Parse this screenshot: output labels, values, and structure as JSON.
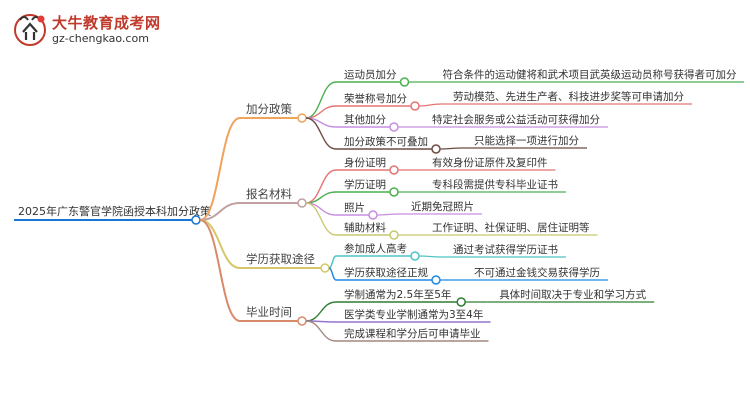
{
  "logo": {
    "name_cn": "大牛教育成考网",
    "url": "gz-chengkao.com"
  },
  "mindmap": {
    "root": "2025年广东警官学院函授本科加分政策",
    "branches": [
      {
        "label": "加分政策",
        "color": "#f0a35b",
        "children": [
          {
            "label": "运动员加分",
            "color": "#4caf50",
            "leaf": "符合条件的运动健将和武术项目武英级运动员称号获得者可加分"
          },
          {
            "label": "荣誉称号加分",
            "color": "#e57373",
            "leaf": "劳动模范、先进生产者、科技进步奖等可申请加分"
          },
          {
            "label": "其他加分",
            "color": "#c78de0",
            "leaf": "特定社会服务或公益活动可获得加分"
          },
          {
            "label": "加分政策不可叠加",
            "color": "#6d4c41",
            "leaf": "只能选择一项进行加分"
          }
        ]
      },
      {
        "label": "报名材料",
        "color": "#c0a0a0",
        "children": [
          {
            "label": "身份证明",
            "color": "#e57373",
            "leaf": "有效身份证原件及复印件"
          },
          {
            "label": "学历证明",
            "color": "#4caf50",
            "leaf": "专科段需提供专科毕业证书"
          },
          {
            "label": "照片",
            "color": "#c78de0",
            "leaf": "近期免冠照片"
          },
          {
            "label": "辅助材料",
            "color": "#c8c870",
            "leaf": "工作证明、社保证明、居住证明等"
          }
        ]
      },
      {
        "label": "学历获取途径",
        "color": "#d6c86a",
        "children": [
          {
            "label": "参加成人高考",
            "color": "#4fc3c8",
            "leaf": "通过考试获得学历证书"
          },
          {
            "label": "学历获取途径正规",
            "color": "#1e88e5",
            "leaf": "不可通过金钱交易获得学历"
          }
        ]
      },
      {
        "label": "毕业时间",
        "color": "#d98a6a",
        "children": [
          {
            "label": "学制通常为2.5年至5年",
            "color": "#2e7d32",
            "leaf": "具体时间取决于专业和学习方式"
          },
          {
            "label": "医学类专业学制通常为3至4年",
            "color": "#9575cd",
            "leaf": ""
          },
          {
            "label": "完成课程和学分后可申请毕业",
            "color": "#a1887f",
            "leaf": ""
          }
        ]
      }
    ]
  }
}
